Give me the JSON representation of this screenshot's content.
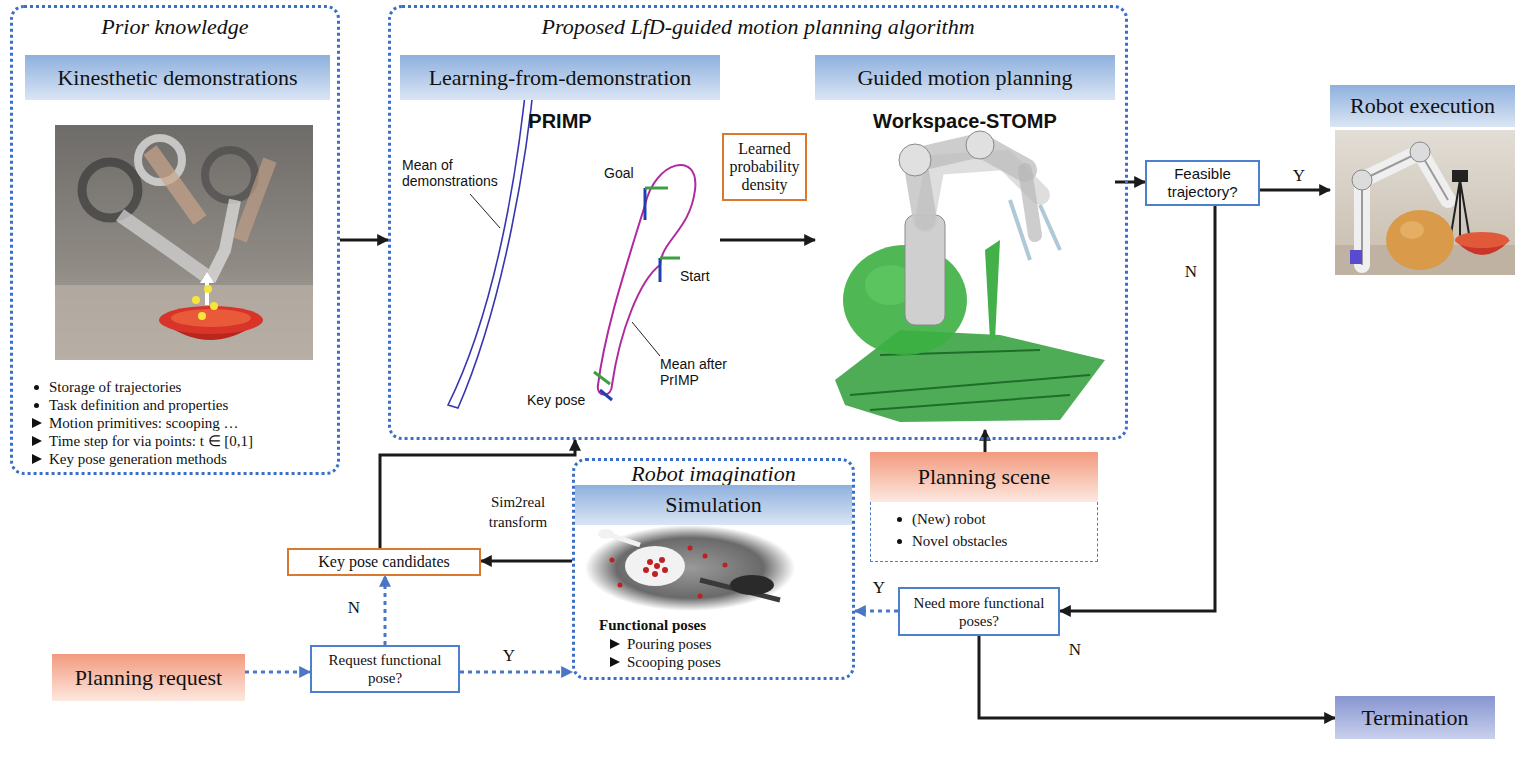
{
  "diagram": {
    "nodes": [
      {
        "text": [
          "Prior knowledge",
          "Storage of trajectories",
          "Task definition and properties",
          "Motion primitives: scooping …",
          "Time step for via points: t ∈ [0,1]",
          "Key pose generation methods"
        ]
      },
      {
        "text": [
          "Kinesthetic demonstrations"
        ],
        "in": 0
      },
      {
        "text": [
          "Proposed LfD-guided motion planning algorithm"
        ]
      },
      {
        "text": [
          "Learning-from-demonstration",
          "PRIMP"
        ],
        "in": 2
      },
      {
        "text": [
          "Learned probability density"
        ],
        "in": 2
      },
      {
        "text": [
          "Guided motion planning",
          "Workspace-STOMP"
        ],
        "in": 2
      },
      {
        "text": [
          "Robot execution"
        ]
      },
      {
        "text": [
          "Feasible trajectory?"
        ]
      },
      {
        "text": [
          "Robot imagination",
          "Functional poses",
          "Pouring poses",
          "Scooping poses"
        ]
      },
      {
        "text": [
          "Simulation"
        ],
        "in": 8
      },
      {
        "text": [
          "Planning scene",
          "(New) robot",
          "Novel obstacles"
        ]
      },
      {
        "text": [
          "Key pose candidates"
        ]
      },
      {
        "text": [
          "Need more functional poses?"
        ]
      },
      {
        "text": [
          "Planning request"
        ]
      },
      {
        "text": [
          "Request functional pose?"
        ]
      },
      {
        "text": [
          "Termination"
        ]
      }
    ],
    "edges": [
      {
        "from": 0,
        "to": 2,
        "arrow": "to"
      },
      {
        "from": 3,
        "to": 5,
        "arrow": "to"
      },
      {
        "from": 5,
        "to": 7,
        "arrow": "to"
      },
      {
        "from": 7,
        "to": 6,
        "label": "Y",
        "arrow": "to"
      },
      {
        "from": 7,
        "to": 12,
        "label": "N",
        "arrow": "to"
      },
      {
        "from": 12,
        "to": 8,
        "label": "Y",
        "arrow": "to"
      },
      {
        "from": 12,
        "to": 15,
        "label": "N",
        "arrow": "to"
      },
      {
        "from": 10,
        "to": 5,
        "arrow": "to"
      },
      {
        "from": 8,
        "to": 11,
        "label": "Sim2real transform",
        "arrow": "to"
      },
      {
        "from": 11,
        "to": 2,
        "arrow": "to"
      },
      {
        "from": 13,
        "to": 14,
        "arrow": "to"
      },
      {
        "from": 14,
        "to": 11,
        "label": "N",
        "arrow": "to"
      },
      {
        "from": 14,
        "to": 8,
        "label": "Y",
        "arrow": "to"
      }
    ],
    "labels": [
      "Mean of demonstrations",
      "Goal",
      "Start",
      "Mean after PrIMP",
      "Key pose"
    ]
  }
}
